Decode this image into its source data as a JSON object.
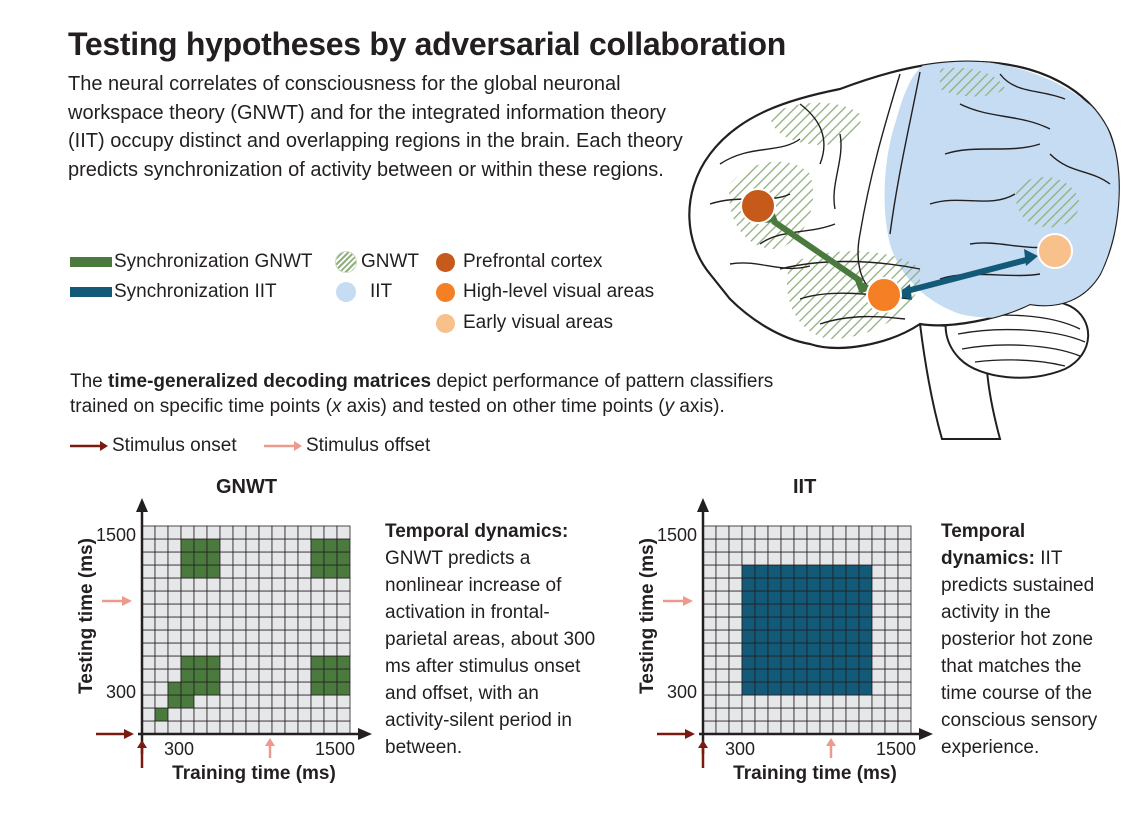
{
  "title": "Testing hypotheses by adversarial collaboration",
  "intro": "The neural correlates of consciousness for the global neuronal workspace theory (GNWT) and for the integrated information theory (IIT) occupy distinct and overlapping regions in the brain. Each theory predicts synchronization of activity between or within these regions.",
  "legend": {
    "sync_gnwt": "Synchronization GNWT",
    "sync_iit": "Synchronization IIT",
    "gnwt": "GNWT",
    "iit": "IIT",
    "prefrontal": "Prefrontal cortex",
    "high_visual": "High-level visual areas",
    "early_visual": "Early visual areas"
  },
  "colors": {
    "gnwt_green": "#4a7a3e",
    "iit_blue": "#135a78",
    "iit_region": "#c6dcf2",
    "prefrontal": "#c55a1a",
    "high_visual": "#f47f25",
    "early_visual": "#f8c08a",
    "grid_bg": "#e6e7e8",
    "onset_arrow": "#7a1b12",
    "offset_arrow": "#eb9a8c"
  },
  "decoding": {
    "lead": "The ",
    "bold": "time-generalized decoding matrices",
    "rest_1": " depict performance of pattern classifiers trained on specific time points (",
    "x": "x",
    "rest_2": " axis) and tested on other time points (",
    "y": "y",
    "rest_3": " axis)."
  },
  "stimulus": {
    "onset": "Stimulus onset",
    "offset": "Stimulus offset"
  },
  "gnwt_panel": {
    "title": "GNWT",
    "ylabel": "Testing time (ms)",
    "xlabel": "Training time (ms)",
    "ytick_top": "1500",
    "ytick_bottom": "300",
    "xtick_left": "300",
    "xtick_right": "1500",
    "caption_bold": "Temporal dynamics:",
    "caption": "GNWT predicts a nonlinear increase of activation in frontal-parietal areas, about 300 ms after stimulus onset and offset, with an activity-silent period in between."
  },
  "iit_panel": {
    "title": "IIT",
    "ylabel": "Testing time (ms)",
    "xlabel": "Training time (ms)",
    "ytick_top": "1500",
    "ytick_bottom": "300",
    "xtick_left": "300",
    "xtick_right": "1500",
    "caption_bold": "Temporal dynamics:",
    "caption": "IIT predicts sustained activity in the posterior hot zone that matches the time course of the conscious sensory experience."
  }
}
